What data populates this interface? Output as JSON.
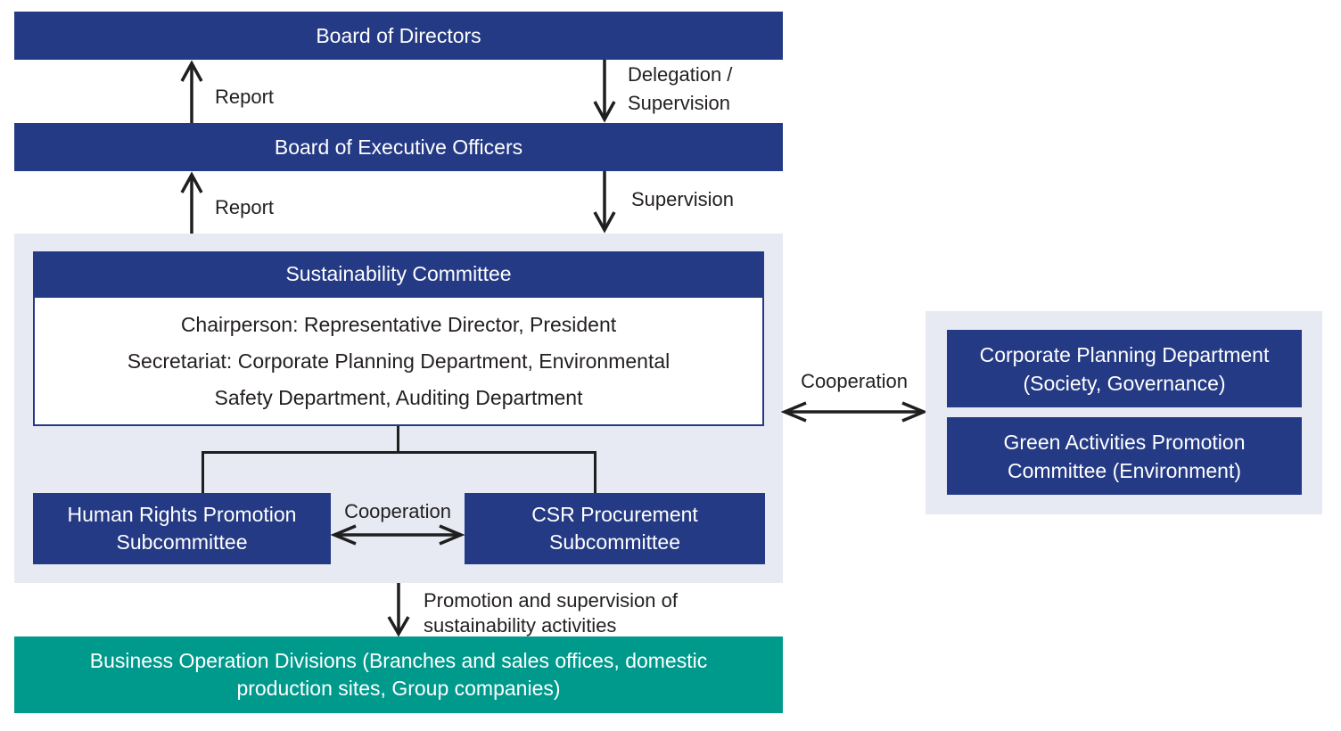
{
  "colors": {
    "navy": "#243a84",
    "teal": "#009a8c",
    "panel_background": "#e7eaf3",
    "line": "#1f1f1f"
  },
  "top": {
    "board_of_directors": "Board of Directors",
    "board_of_executive_officers": "Board of Executive Officers",
    "report_label_upper": "Report",
    "delegation_label_line1": "Delegation /",
    "delegation_label_line2": "Supervision",
    "report_label_lower": "Report",
    "supervision_label": "Supervision"
  },
  "committee_panel": {
    "header": "Sustainability Committee",
    "detail_line1": "Chairperson: Representative Director, President",
    "detail_line2": "Secretariat: Corporate Planning Department, Environmental",
    "detail_line3": "Safety Department, Auditing Department",
    "human_rights_box_line1": "Human Rights Promotion",
    "human_rights_box_line2": "Subcommittee",
    "csr_box_line1": "CSR Procurement",
    "csr_box_line2": "Subcommittee",
    "cooperation_label": "Cooperation"
  },
  "right_panel": {
    "cooperation_label": "Cooperation",
    "corporate_planning_line1": "Corporate Planning Department",
    "corporate_planning_line2": "(Society, Governance)",
    "green_activities_line1": "Green Activities Promotion",
    "green_activities_line2": "Committee (Environment)"
  },
  "bottom": {
    "promotion_label_line1": "Promotion and supervision of",
    "promotion_label_line2": "sustainability activities",
    "business_bar_line1": "Business Operation Divisions (Branches and sales offices, domestic",
    "business_bar_line2": "production sites, Group companies)"
  }
}
